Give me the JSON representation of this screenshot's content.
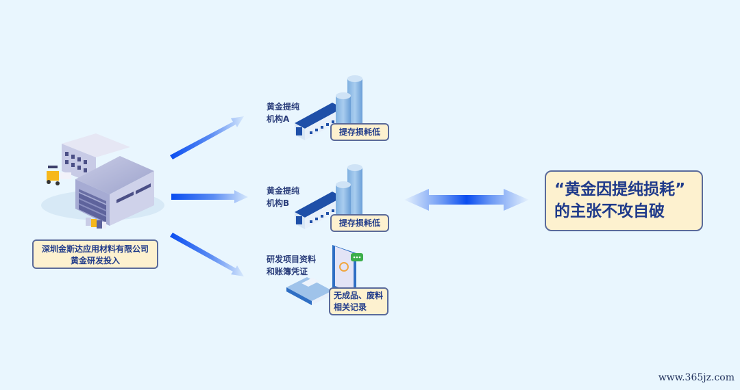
{
  "source": {
    "name_line1": "深圳金斯达应用材料有限公司",
    "name_line2": "黄金研发投入",
    "icon": "factory-warehouse-icon"
  },
  "branches": [
    {
      "label_line1": "黄金提纯",
      "label_line2": "机构A",
      "badge": "提存损耗低",
      "icon": "refinery-silo-icon"
    },
    {
      "label_line1": "黄金提纯",
      "label_line2": "机构B",
      "badge": "提存损耗低",
      "icon": "refinery-silo-icon"
    },
    {
      "label_line1": "研发项目资料",
      "label_line2": "和账簿凭证",
      "badge_line1": "无成品、废料",
      "badge_line2": "相关记录",
      "icon": "ledger-document-icon"
    }
  ],
  "conclusion": {
    "line1": "“黄金因提纯损耗”",
    "line2": "的主张不攻自破"
  },
  "watermark": "www.365jz.com",
  "colors": {
    "background": "#e9f6fe",
    "box_fill": "#fdf1cf",
    "box_border": "#5a6a9a",
    "text": "#1f3a8a",
    "arrow": "#0a4df0"
  }
}
